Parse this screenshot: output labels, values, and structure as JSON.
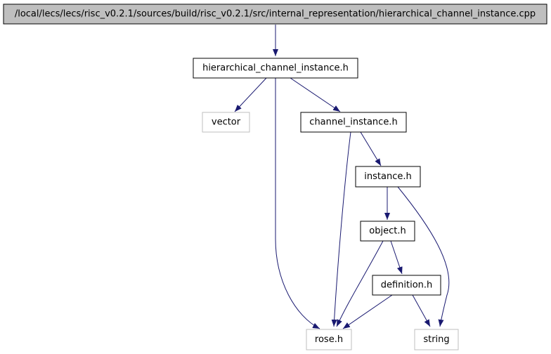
{
  "diagram": {
    "nodes": [
      {
        "id": "root",
        "label": "/local/lecs/lecs/risc_v0.2.1/sources/build/risc_v0.2.1/src/internal_representation/hierarchical_channel_instance.cpp",
        "style": "root"
      },
      {
        "id": "hci",
        "label": "hierarchical_channel_instance.h",
        "style": "local"
      },
      {
        "id": "vector",
        "label": "vector",
        "style": "system"
      },
      {
        "id": "ci",
        "label": "channel_instance.h",
        "style": "local"
      },
      {
        "id": "inst",
        "label": "instance.h",
        "style": "local"
      },
      {
        "id": "obj",
        "label": "object.h",
        "style": "local"
      },
      {
        "id": "def",
        "label": "definition.h",
        "style": "local"
      },
      {
        "id": "rose",
        "label": "rose.h",
        "style": "system"
      },
      {
        "id": "string",
        "label": "string",
        "style": "system"
      }
    ],
    "edges": [
      {
        "from": "root",
        "to": "hci"
      },
      {
        "from": "hci",
        "to": "vector"
      },
      {
        "from": "hci",
        "to": "ci"
      },
      {
        "from": "hci",
        "to": "rose"
      },
      {
        "from": "ci",
        "to": "inst"
      },
      {
        "from": "ci",
        "to": "rose"
      },
      {
        "from": "inst",
        "to": "obj"
      },
      {
        "from": "inst",
        "to": "string"
      },
      {
        "from": "obj",
        "to": "def"
      },
      {
        "from": "obj",
        "to": "rose"
      },
      {
        "from": "def",
        "to": "rose"
      },
      {
        "from": "def",
        "to": "string"
      }
    ],
    "colors": {
      "edge": "#191970",
      "root_fill": "#bfbfbf",
      "root_stroke": "#000000",
      "local_stroke": "#000000",
      "system_stroke": "#bfbfbf",
      "text": "#000000"
    }
  }
}
